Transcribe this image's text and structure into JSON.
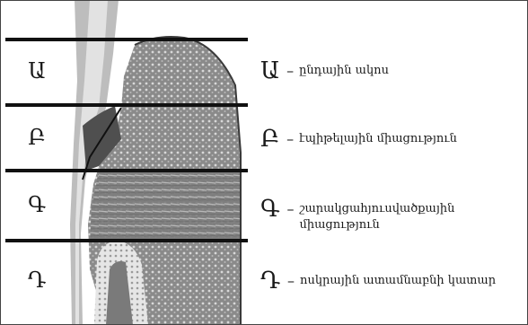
{
  "bands": [
    {
      "letter": "Ա",
      "label": "ընդային ակոս"
    },
    {
      "letter": "Բ",
      "label": "էպիթելային միացություն"
    },
    {
      "letter": "Գ",
      "label": "շարակցահյուսվածքային միացություն"
    },
    {
      "letter": "Դ",
      "label": "ոսկրային ատամնաբնի կատար"
    }
  ],
  "dash": "–",
  "colors": {
    "tissue": "#8a8a8a",
    "tissue_dark": "#5a5a5a",
    "tissue_light": "#d6d6d6",
    "line": "#111111"
  }
}
